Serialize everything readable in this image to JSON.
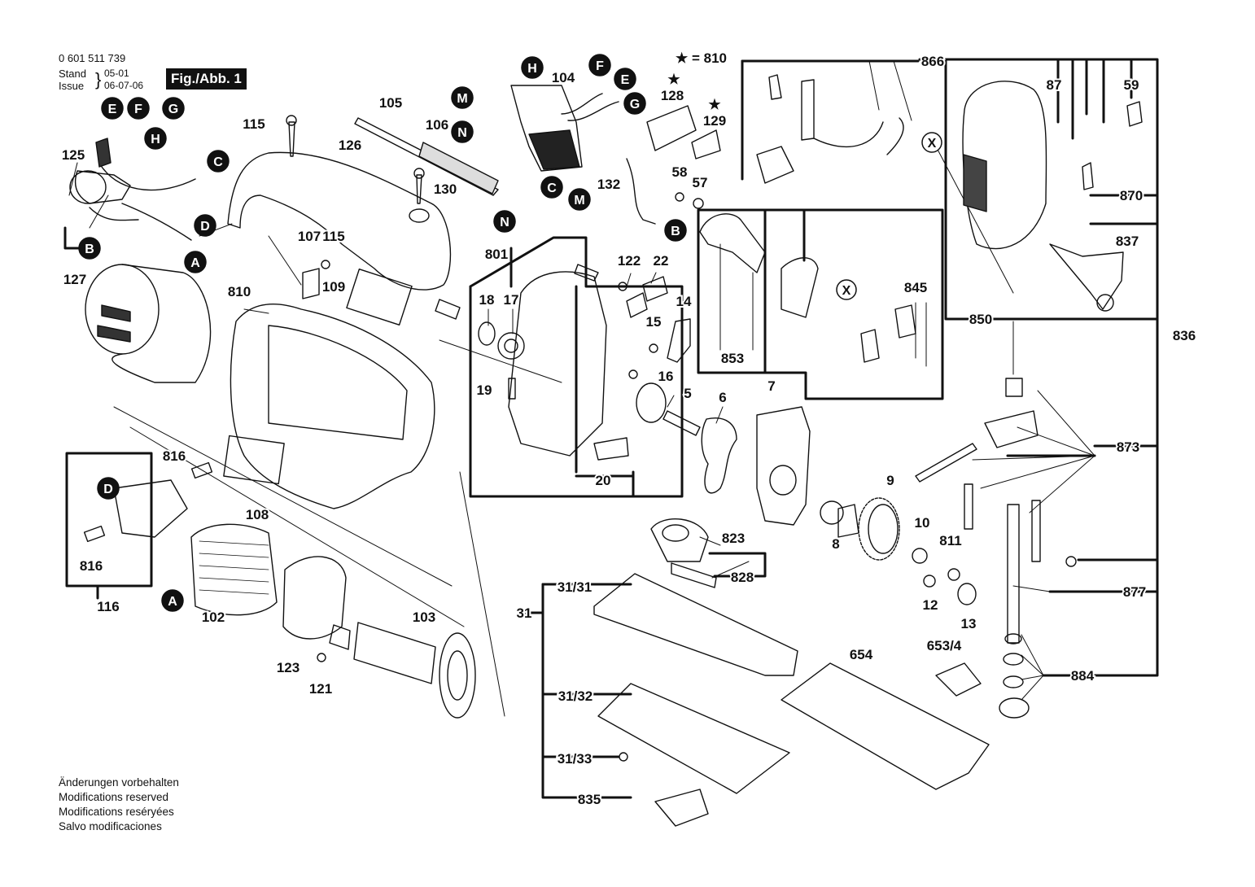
{
  "header": {
    "part_number": "0 601 511 739",
    "stand_label": "Stand",
    "stand_value": "05-01",
    "issue_label": "Issue",
    "issue_value": "06-07-06",
    "figure_label": "Fig./Abb. 1"
  },
  "footnotes": [
    "Änderungen vorbehalten",
    "Modifications reserved",
    "Modifications reséryées",
    "Salvo modificaciones"
  ],
  "star_note": "★ = 810",
  "colors": {
    "ink": "#111111",
    "paper": "#ffffff"
  },
  "callouts": [
    {
      "t": "E"
    },
    {
      "t": "F"
    },
    {
      "t": "G"
    },
    {
      "t": "H"
    },
    {
      "t": "C"
    },
    {
      "t": "D"
    },
    {
      "t": "B"
    },
    {
      "t": "A"
    },
    {
      "t": "H"
    },
    {
      "t": "M"
    },
    {
      "t": "N"
    },
    {
      "t": "F"
    },
    {
      "t": "E"
    },
    {
      "t": "G"
    },
    {
      "t": "C"
    },
    {
      "t": "M"
    },
    {
      "t": "N"
    },
    {
      "t": "B"
    },
    {
      "t": "D"
    },
    {
      "t": "A"
    },
    {
      "t": "X",
      "outline": true
    },
    {
      "t": "X",
      "outline": true
    }
  ],
  "labels": [
    "104",
    "★",
    "128",
    "★",
    "129",
    "105",
    "106",
    "126",
    "115",
    "125",
    "130",
    "132",
    "58",
    "57",
    "866",
    "87",
    "59",
    "870",
    "837",
    "850",
    "836",
    "845",
    "853",
    "801",
    "122",
    "22",
    "18",
    "17",
    "14",
    "15",
    "16",
    "5",
    "19",
    "20",
    "115",
    "107",
    "127",
    "810",
    "109",
    "7",
    "6",
    "873",
    "9",
    "10",
    "811",
    "8",
    "12",
    "13",
    "877",
    "816",
    "816",
    "116",
    "108",
    "102",
    "103",
    "123",
    "121",
    "823",
    "828",
    "31/31",
    "31",
    "31/32",
    "31/33",
    "835",
    "654",
    "653/4",
    "884"
  ]
}
